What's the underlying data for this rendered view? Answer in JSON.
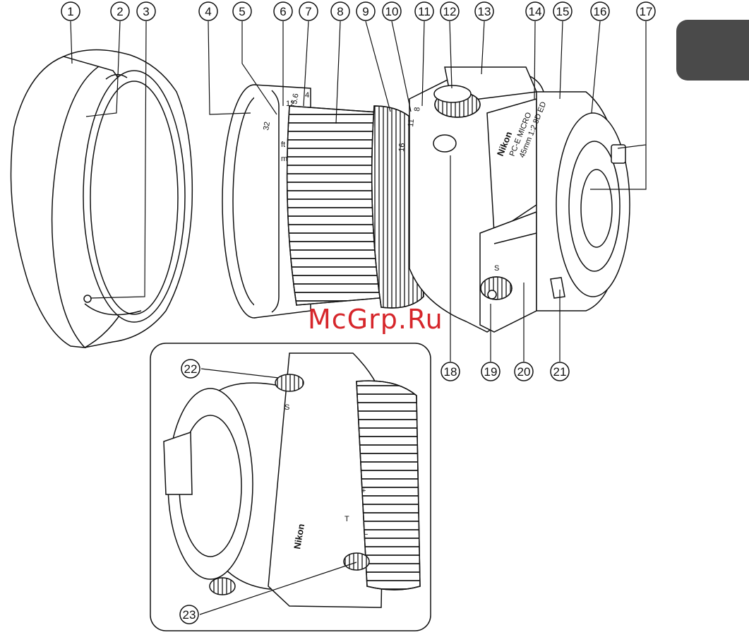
{
  "watermark": "McGrp.Ru",
  "tab_color": "#4a4a4a",
  "callouts": [
    "1",
    "2",
    "3",
    "4",
    "5",
    "6",
    "7",
    "8",
    "9",
    "10",
    "11",
    "12",
    "13",
    "14",
    "15",
    "16",
    "17",
    "18",
    "19",
    "20",
    "21",
    "22",
    "23"
  ],
  "lens_markings": {
    "brand": "Nikon",
    "model_line1": "PC-E MICRO",
    "model_line2": "45mm 1:2.8D ED",
    "aperture_scale": [
      "32",
      "16",
      "11",
      "8",
      "5.6"
    ],
    "distance_units": [
      "ft",
      "m"
    ],
    "aperture_ticks": [
      "12",
      "4"
    ],
    "shift_mark": "S",
    "tilt_mark": "T",
    "plus": "+",
    "minus": "−"
  }
}
